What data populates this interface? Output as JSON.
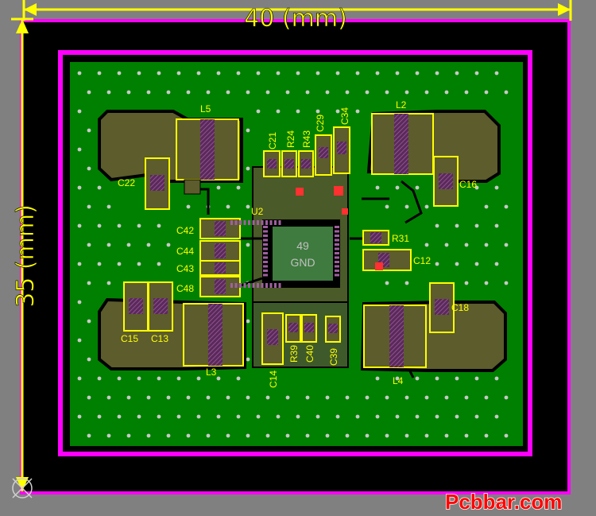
{
  "dimensions": {
    "width_label": "40 (mm)",
    "height_label": "35 (mm)"
  },
  "ic": {
    "designator": "U2",
    "pad_number": "49",
    "pad_net": "GND"
  },
  "labels": {
    "L5": "L5",
    "L2": "L2",
    "L3": "L3",
    "L4": "L4",
    "C22": "C22",
    "C16": "C16",
    "C15": "C15",
    "C13": "C13",
    "C18": "C18",
    "C21": "C21",
    "R24": "R24",
    "R43": "R43",
    "C29": "C29",
    "C34": "C34",
    "C42": "C42",
    "C44": "C44",
    "C43": "C43",
    "C48": "C48",
    "R31": "R31",
    "C12": "C12",
    "C14": "C14",
    "R39": "R39",
    "C40": "C40",
    "C39": "C39"
  },
  "watermark": "Pcbbar.com",
  "colors": {
    "background": "#808080",
    "board": "#000000",
    "copper": "#008000",
    "pour": "#5c5c2c",
    "outline": "#ff00ff",
    "silkscreen": "#ffff00",
    "pad_highlight": "#7a2a7a",
    "via": "#c8c8c8",
    "watermark": "#ff0000"
  }
}
